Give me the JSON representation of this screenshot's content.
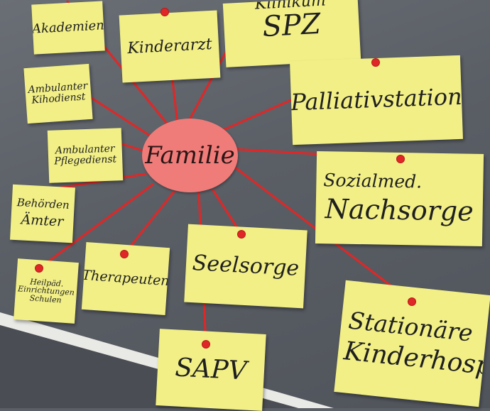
{
  "center": {
    "label": "Familie"
  },
  "cards": {
    "akademien": "Akademien",
    "kinderarzt": "Kinderarzt",
    "klinikum_top": "Klinikum",
    "spz": "SPZ",
    "ambulanter_kinderhospizdienst": [
      "Ambulanter",
      "Kihodienst"
    ],
    "palliativstation": "Palliativstation",
    "ambulanter_pflegedienst": [
      "Ambulanter",
      "Pflegedienst"
    ],
    "sozialmed": "Sozialmed.",
    "nachsorge": "Nachsorge",
    "behoerden": [
      "Behörden",
      "Ämter"
    ],
    "heilpaed": [
      "Heilpäd.",
      "Einrichtungen",
      "Schulen"
    ],
    "therapeuten": "Therapeuten",
    "seelsorge": "Seelsorge",
    "stationaere": "Stationäre",
    "kinderhosp": "Kinderhosp",
    "sapv": "SAPV"
  },
  "colors": {
    "board": "#5b5f66",
    "card": "#f1ef86",
    "hub": "#f07c79",
    "string": "#e02727"
  }
}
